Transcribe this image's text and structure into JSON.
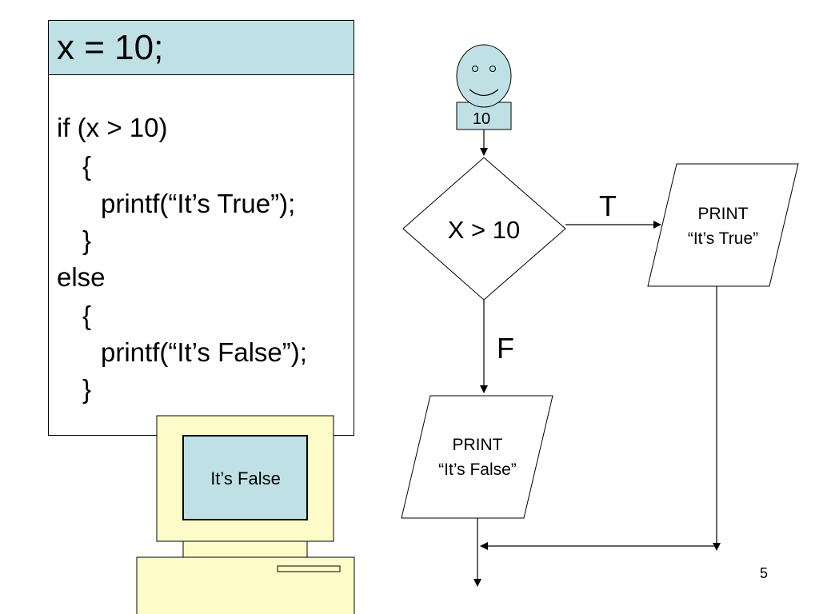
{
  "code": {
    "header": "x = 10;",
    "lines": [
      "if (x > 10)",
      "{",
      "printf(“It’s True”);",
      "}",
      "else",
      "{",
      "printf(“It’s False”);",
      "}"
    ]
  },
  "computer": {
    "screen_text": "It’s False"
  },
  "flowchart": {
    "input_value": "10",
    "decision": "X > 10",
    "true_label": "T",
    "false_label": "F",
    "true_box": {
      "line1": "PRINT",
      "line2": "“It’s True”"
    },
    "false_box": {
      "line1": "PRINT",
      "line2": "“It’s False”"
    }
  },
  "colors": {
    "header_fill": "#bfe0e4",
    "face_fill": "#bfe0e4",
    "computer_body": "#fdfcc8",
    "screen_fill": "#bfe0e4"
  },
  "page_number": "5"
}
